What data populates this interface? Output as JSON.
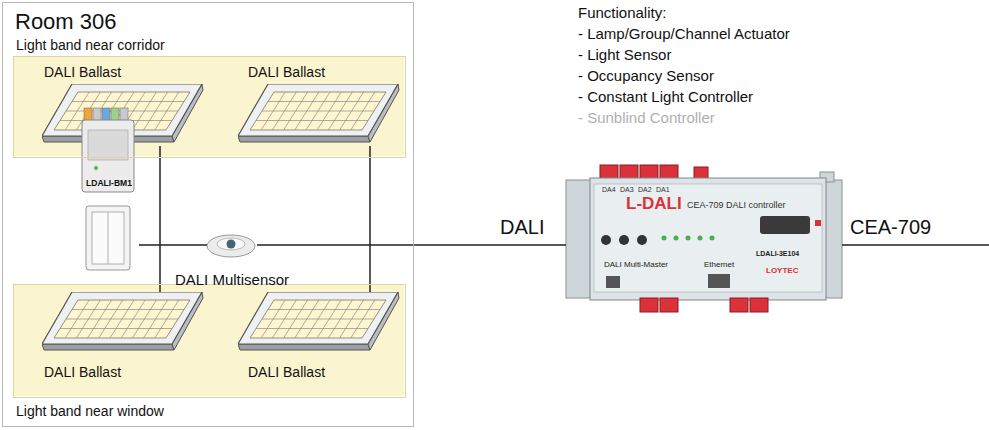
{
  "diagram": {
    "nodes": [
      {
        "text": [
          "Room 306"
        ]
      },
      {
        "text": [
          "Light band near corridor"
        ],
        "in": 0
      },
      {
        "text": [
          "DALI Ballast"
        ],
        "in": 1
      },
      {
        "text": [
          "DALI Ballast"
        ],
        "in": 1
      },
      {
        "text": [
          "LDALI-BM1"
        ],
        "in": 0
      },
      {
        "text": [
          "DALI Multisensor"
        ],
        "in": 0
      },
      {
        "text": [
          "Light band near window"
        ],
        "in": 0
      },
      {
        "text": [
          "DALI Ballast"
        ],
        "in": 6
      },
      {
        "text": [
          "DALI Ballast"
        ],
        "in": 6
      },
      {
        "text": [
          "L-DALI",
          "CEA-709 DALI controller",
          "DA4",
          "DA3",
          "DA2",
          "DA1",
          "DALI Multi-Master",
          "Ethernet",
          "LDALI-3E104",
          "LOYTEC"
        ]
      }
    ],
    "edges": [
      {
        "from": 2,
        "to": 7,
        "arrow": "none"
      },
      {
        "from": 3,
        "to": 8,
        "arrow": "none"
      },
      {
        "from": 4,
        "to": 5,
        "arrow": "none"
      },
      {
        "from": 5,
        "to": 9,
        "arrow": "none"
      }
    ],
    "labels": [
      "Functionality:",
      "- Lamp/Group/Channel Actuator",
      "- Light Sensor",
      "- Occupancy Sensor",
      "- Constant Light Controller",
      "- Sunblind Controller",
      "DALI",
      "CEA-709"
    ]
  }
}
